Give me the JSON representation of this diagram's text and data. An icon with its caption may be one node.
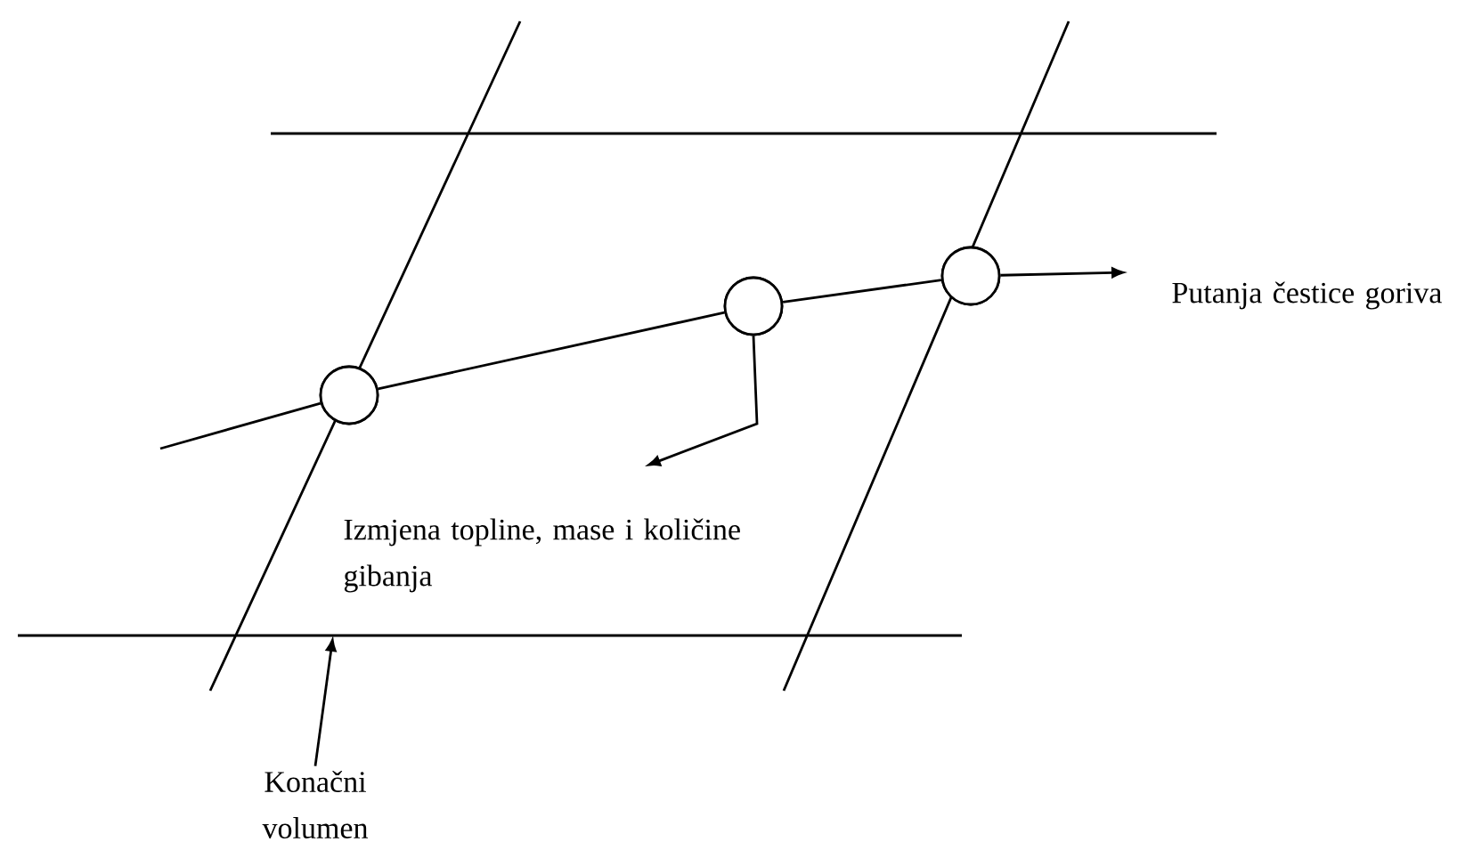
{
  "diagram": {
    "nodes": [
      {
        "text": [],
        "shape": "circle"
      },
      {
        "text": [],
        "shape": "circle"
      },
      {
        "text": [],
        "shape": "circle"
      },
      {
        "text": [
          "Putanja čestice goriva"
        ]
      },
      {
        "text": [
          "Izmjena topline, mase i količine gibanja"
        ]
      },
      {
        "text": [
          "Konačni volumen"
        ]
      }
    ],
    "edges": [
      {
        "from": null,
        "to": 0,
        "arrow": "none"
      },
      {
        "from": 0,
        "to": 1,
        "arrow": "none"
      },
      {
        "from": 1,
        "to": 2,
        "arrow": "none"
      },
      {
        "from": 2,
        "to": 3,
        "arrow": "to"
      },
      {
        "from": 1,
        "to": 4,
        "arrow": "to"
      },
      {
        "from": 5,
        "to": null,
        "arrow": "to"
      }
    ]
  }
}
